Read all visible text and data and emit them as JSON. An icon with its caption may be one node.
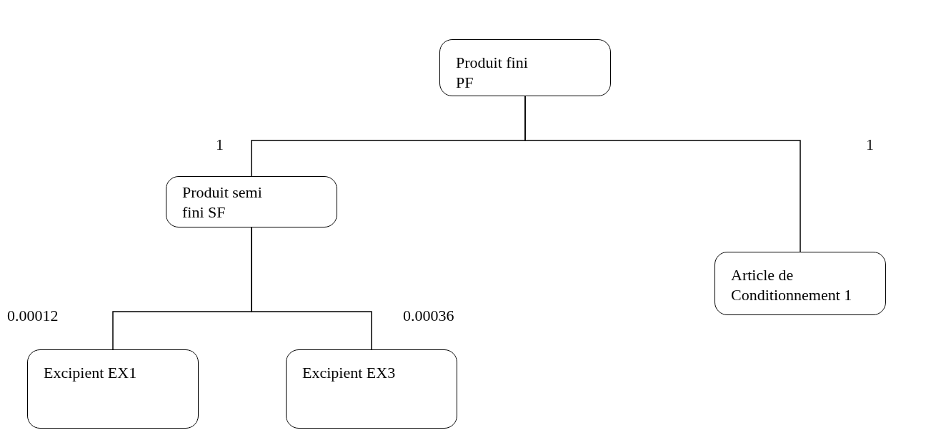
{
  "diagram": {
    "nodes": [
      {
        "text": [
          "Produit fini PF"
        ]
      },
      {
        "text": [
          "Produit semi fini SF"
        ]
      },
      {
        "text": [
          "Article de Conditionnement 1"
        ]
      },
      {
        "text": [
          "Excipient EX1"
        ]
      },
      {
        "text": [
          "Excipient EX3"
        ]
      }
    ],
    "edges": [
      {
        "from": 0,
        "to": 1,
        "arrow": "none",
        "label": "1"
      },
      {
        "from": 0,
        "to": 2,
        "arrow": "none",
        "label": "1"
      },
      {
        "from": 1,
        "to": 3,
        "arrow": "none",
        "label": "0.00012"
      },
      {
        "from": 1,
        "to": 4,
        "arrow": "none",
        "label": "0.00036"
      }
    ]
  }
}
